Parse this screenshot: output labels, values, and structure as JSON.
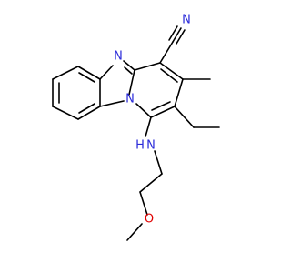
{
  "molecule": {
    "atoms": {
      "n_imine": "N",
      "n_bridge": "N",
      "n_amine": "N",
      "h_amine": "H",
      "n_nitrile": "N",
      "o_ether": "O"
    },
    "colors": {
      "bond": "#000000",
      "nitrogen": "#2b2bd9",
      "oxygen": "#e00000"
    }
  }
}
